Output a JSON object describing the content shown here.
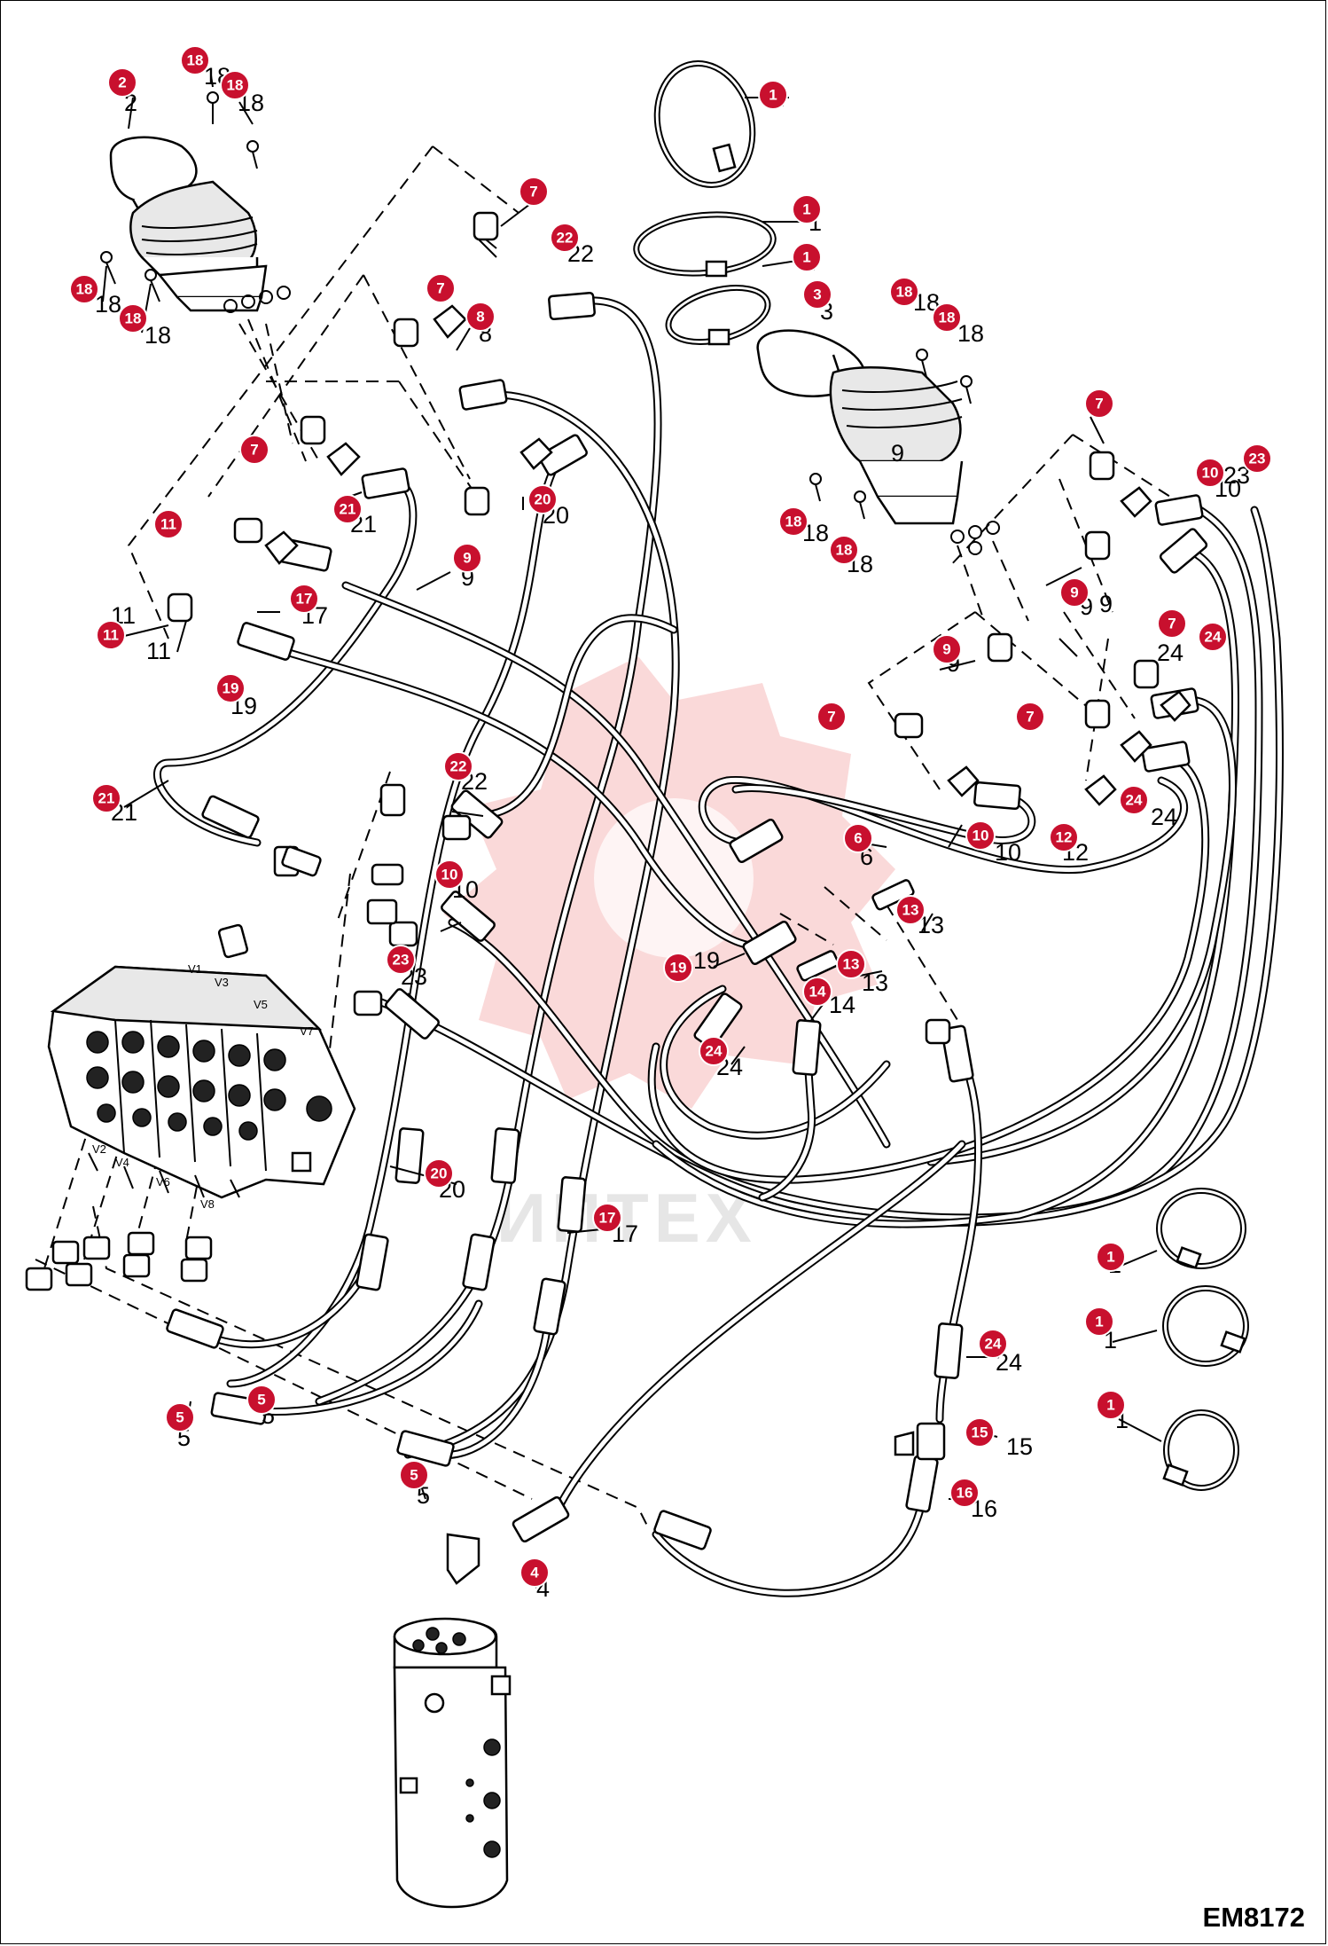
{
  "drawing_code": "EM8172",
  "watermark_text": "ИПТЕХ",
  "badge_color": "#c8102e",
  "valve_ports": [
    "V1",
    "V3",
    "V5",
    "V7",
    "V2",
    "V4",
    "V6",
    "V8"
  ],
  "callouts": [
    {
      "n": "1"
    },
    {
      "n": "1"
    },
    {
      "n": "1"
    },
    {
      "n": "1"
    },
    {
      "n": "1"
    },
    {
      "n": "1"
    },
    {
      "n": "2"
    },
    {
      "n": "3"
    },
    {
      "n": "4"
    },
    {
      "n": "5"
    },
    {
      "n": "5"
    },
    {
      "n": "5"
    },
    {
      "n": "6"
    },
    {
      "n": "7"
    },
    {
      "n": "7"
    },
    {
      "n": "7"
    },
    {
      "n": "7"
    },
    {
      "n": "7"
    },
    {
      "n": "7"
    },
    {
      "n": "7"
    },
    {
      "n": "8"
    },
    {
      "n": "9"
    },
    {
      "n": "9"
    },
    {
      "n": "9"
    },
    {
      "n": "10"
    },
    {
      "n": "10"
    },
    {
      "n": "10"
    },
    {
      "n": "11"
    },
    {
      "n": "11"
    },
    {
      "n": "12"
    },
    {
      "n": "13"
    },
    {
      "n": "13"
    },
    {
      "n": "14"
    },
    {
      "n": "15"
    },
    {
      "n": "16"
    },
    {
      "n": "17"
    },
    {
      "n": "17"
    },
    {
      "n": "18"
    },
    {
      "n": "18"
    },
    {
      "n": "18"
    },
    {
      "n": "18"
    },
    {
      "n": "18"
    },
    {
      "n": "18"
    },
    {
      "n": "18"
    },
    {
      "n": "18"
    },
    {
      "n": "19"
    },
    {
      "n": "19"
    },
    {
      "n": "20"
    },
    {
      "n": "20"
    },
    {
      "n": "21"
    },
    {
      "n": "21"
    },
    {
      "n": "22"
    },
    {
      "n": "22"
    },
    {
      "n": "23"
    },
    {
      "n": "23"
    },
    {
      "n": "24"
    },
    {
      "n": "24"
    },
    {
      "n": "24"
    },
    {
      "n": "24"
    }
  ]
}
